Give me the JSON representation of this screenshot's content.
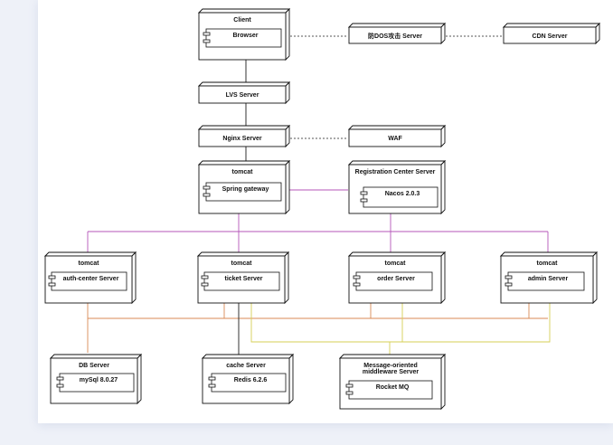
{
  "nodes": {
    "client": "Client",
    "lvs": "LVS Server",
    "nginx": "Nginx Server",
    "waf": "WAF",
    "anti_dos": "防DOS攻击 Server",
    "cdn": "CDN Server",
    "gateway_node": "tomcat",
    "registry": "Registration Center Server",
    "tomcat_auth": "tomcat",
    "tomcat_ticket": "tomcat",
    "tomcat_order": "tomcat",
    "tomcat_admin": "tomcat",
    "db": "DB Server",
    "cache": "cache Server",
    "mq_line1": "Message-oriented",
    "mq_line2": "middleware Server"
  },
  "components": {
    "browser": "Browser",
    "gateway": "Spring gateway",
    "nacos": "Nacos 2.0.3",
    "auth": "auth-center Server",
    "ticket": "ticket Server",
    "order": "order Server",
    "admin": "admin Server",
    "mysql": "mySql 8.0.27",
    "redis": "Redis 6.2.6",
    "rocketmq": "Rocket MQ"
  },
  "colors": {
    "gateway_link": "#b455b8",
    "db_link": "#d88a55",
    "mq_link": "#d6cf55",
    "solid_link": "#333333",
    "dashed_link": "#555555"
  }
}
